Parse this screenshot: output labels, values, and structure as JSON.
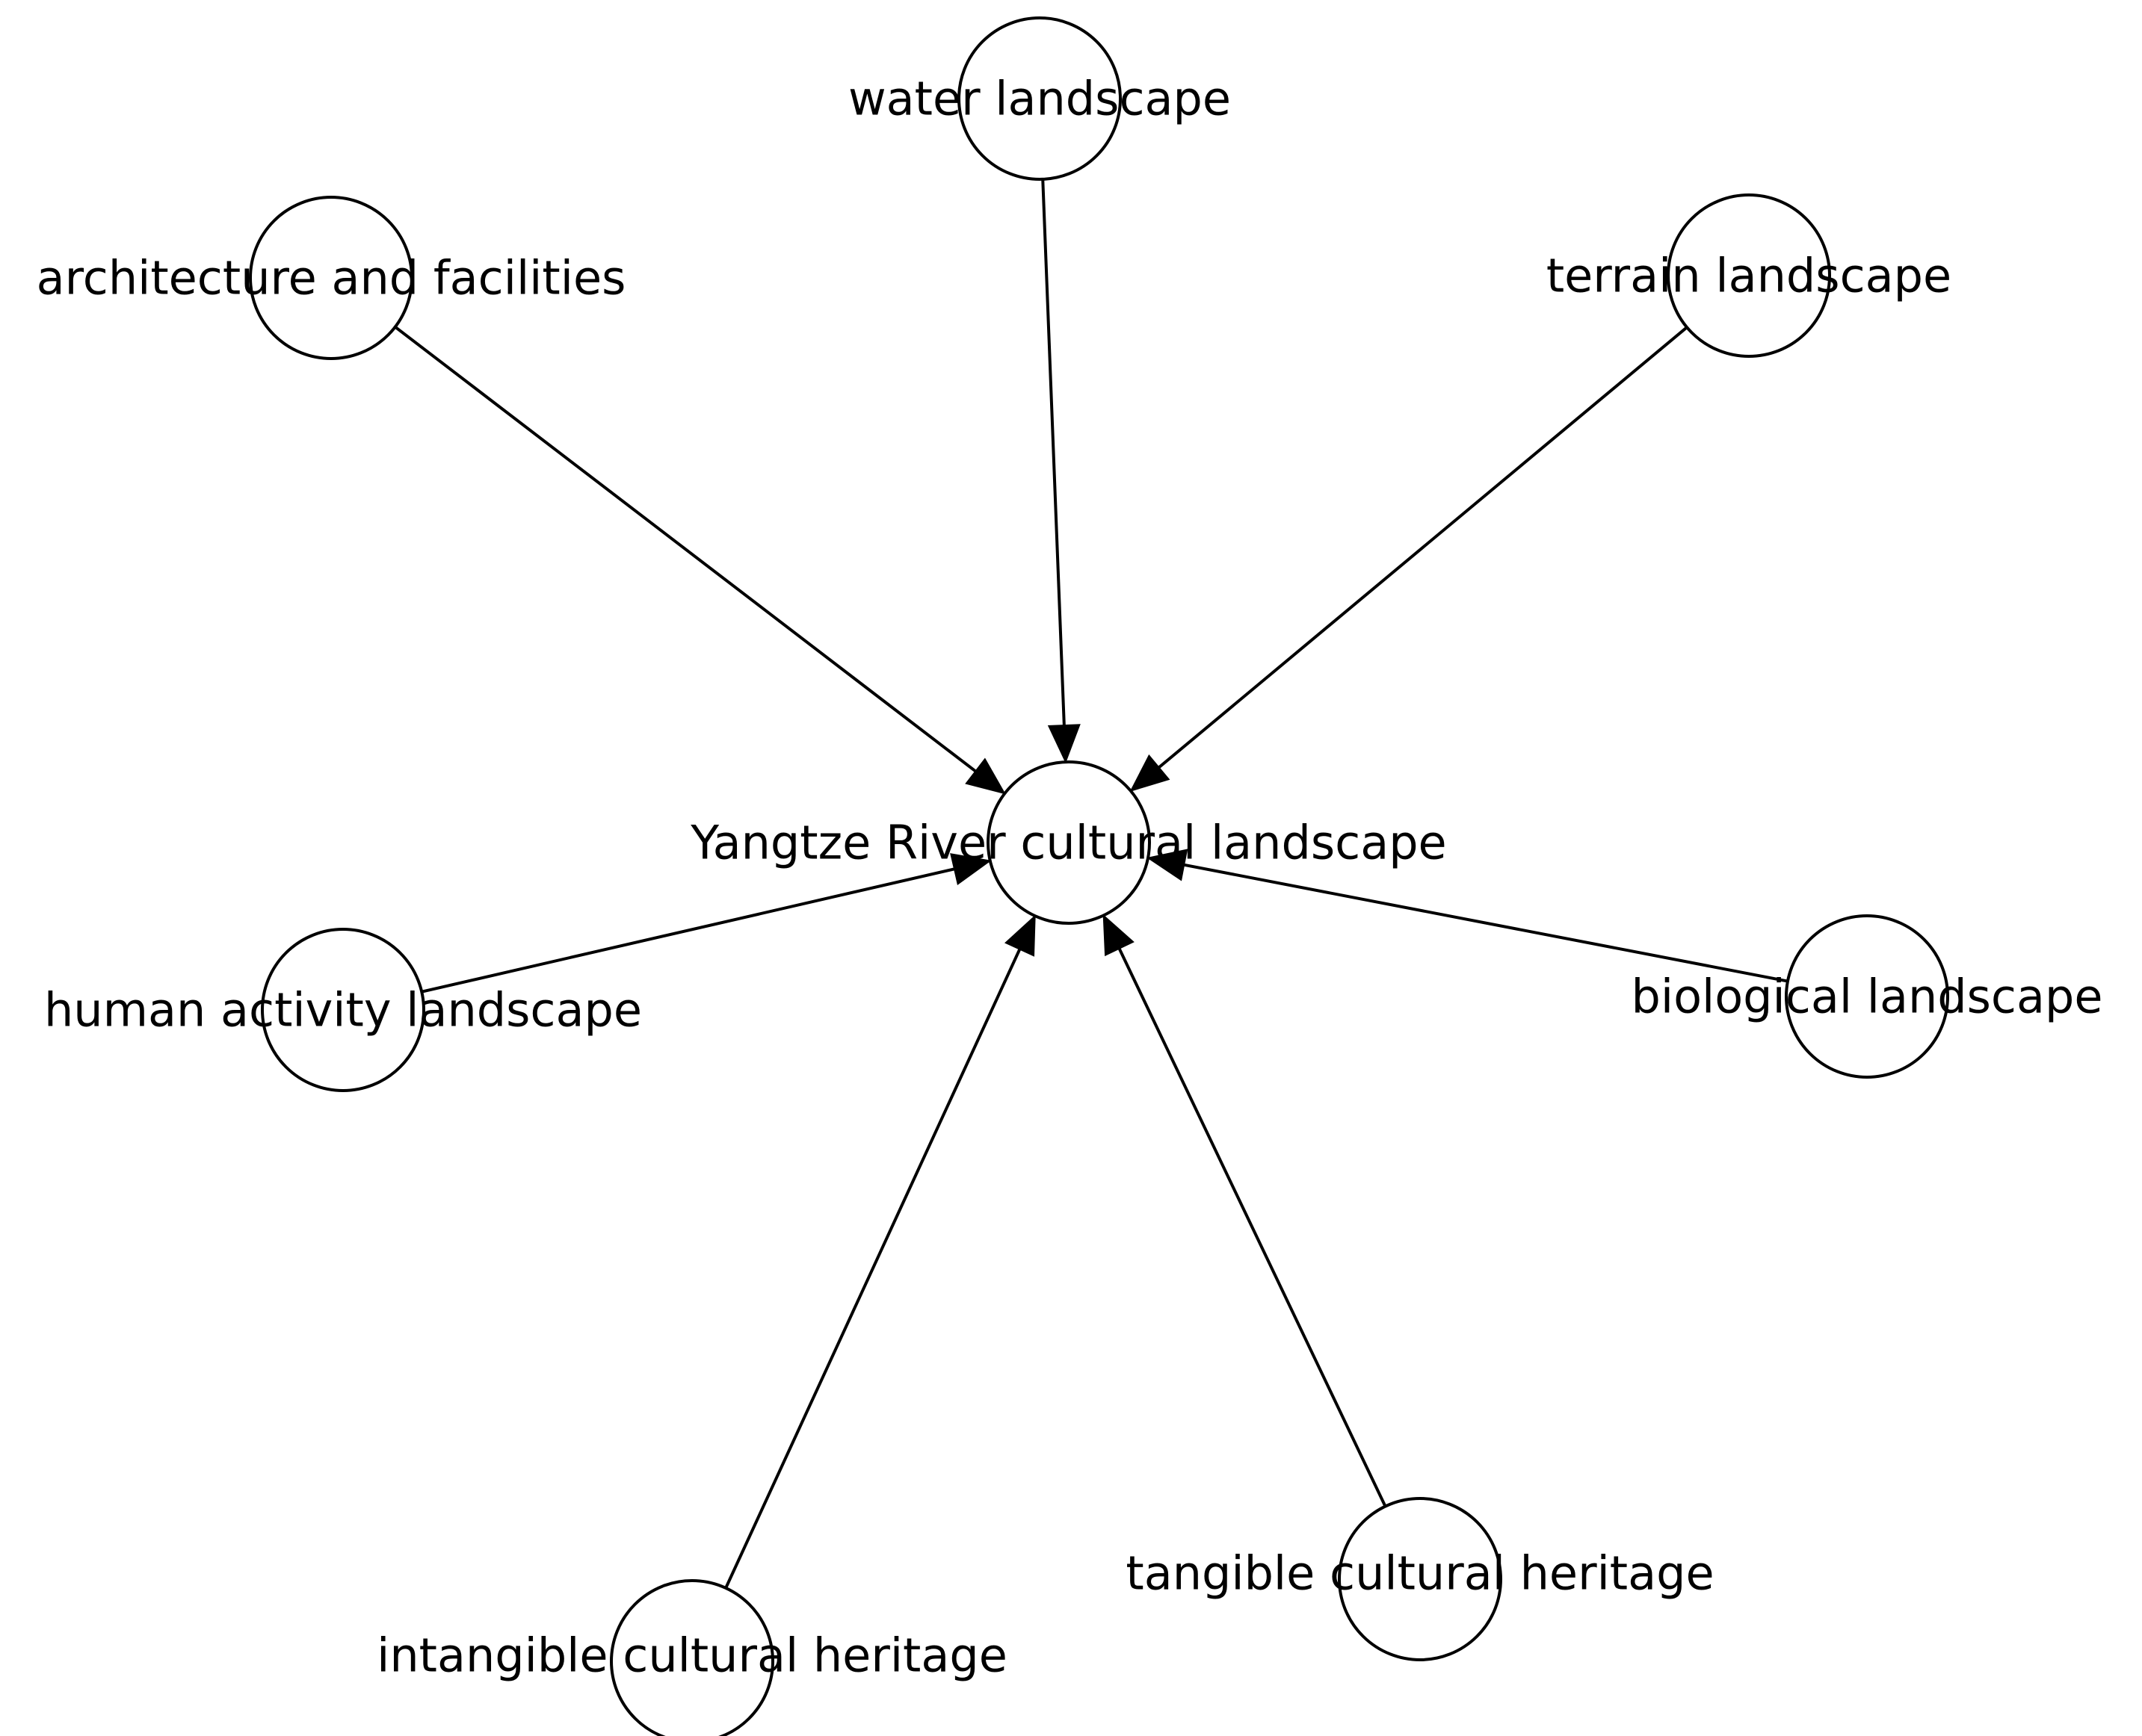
{
  "diagram": {
    "center_node": {
      "id": "yangtze",
      "label": "Yangtze River cultural landscape"
    },
    "nodes": [
      {
        "id": "water",
        "label": "water landscape"
      },
      {
        "id": "architecture",
        "label": "architecture and facilities"
      },
      {
        "id": "terrain",
        "label": "terrain landscape"
      },
      {
        "id": "human",
        "label": "human activity landscape"
      },
      {
        "id": "biological",
        "label": "biological landscape"
      },
      {
        "id": "intangible",
        "label": "intangible cultural heritage"
      },
      {
        "id": "tangible",
        "label": "tangible cultural heritage"
      }
    ],
    "edges": [
      {
        "from": "water",
        "to": "yangtze"
      },
      {
        "from": "architecture",
        "to": "yangtze"
      },
      {
        "from": "terrain",
        "to": "yangtze"
      },
      {
        "from": "human",
        "to": "yangtze"
      },
      {
        "from": "biological",
        "to": "yangtze"
      },
      {
        "from": "intangible",
        "to": "yangtze"
      },
      {
        "from": "tangible",
        "to": "yangtze"
      }
    ],
    "colors": {
      "stroke": "#000000",
      "node_fill": "#ffffff",
      "background": "#ffffff"
    }
  }
}
